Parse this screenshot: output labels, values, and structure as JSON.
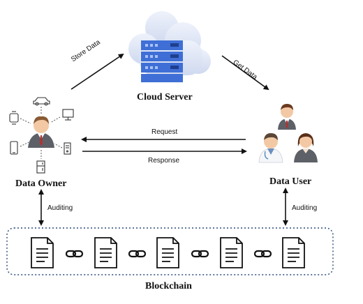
{
  "nodes": {
    "cloud_server": "Cloud Server",
    "data_owner": "Data Owner",
    "data_user": "Data User",
    "blockchain": "Blockchain"
  },
  "edges": {
    "store_data": "Store Data",
    "get_data": "Get Data",
    "request": "Request",
    "response": "Response",
    "auditing_owner": "Auditing",
    "auditing_user": "Auditing"
  },
  "icons": {
    "cloud": "cloud-server-icon",
    "owner": "owner-avatar-icon",
    "devices": [
      "car-icon",
      "monitor-icon",
      "desktop-tower-icon",
      "refrigerator-icon",
      "phone-icon",
      "smartwatch-icon"
    ],
    "users": [
      "user-avatar-icon",
      "doctor-avatar-icon",
      "woman-avatar-icon"
    ],
    "blocks": [
      "document-icon",
      "document-icon",
      "document-icon",
      "document-icon",
      "document-icon"
    ],
    "links": [
      "chain-link-icon",
      "chain-link-icon",
      "chain-link-icon",
      "chain-link-icon"
    ]
  },
  "colors": {
    "server": "#3f6fd6",
    "cloud": "#dfe6f6",
    "chain_border": "#2a4a7a"
  }
}
